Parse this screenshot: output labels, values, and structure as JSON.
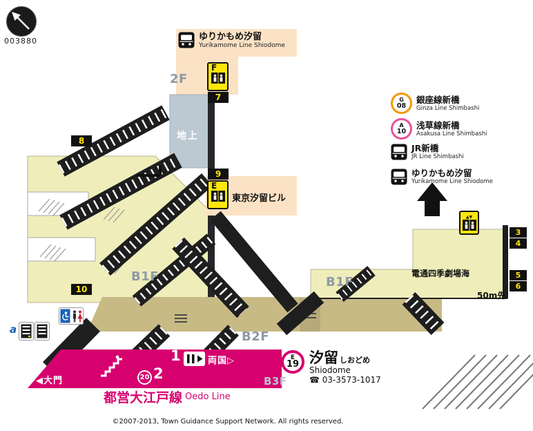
{
  "colors": {
    "oedo_magenta": "#d6006f",
    "ginza_orange": "#f39700",
    "asakusa_rose": "#e85298",
    "exit_badge_yellow": "#ffe60a",
    "floor_yellow": "#efeebb",
    "corridor_tan": "#c7ba85",
    "ground_gray": "#bcc8d2",
    "peach": "#fbe2c5"
  },
  "icons": {
    "compass-icon": "needle-in-dark-circle",
    "train-icon": "black-square-train-front",
    "elevator-icon": "yellow-elevator-box",
    "up-arrow-icon": "solid-up-arrow",
    "stairs-icon": "white-steps",
    "toilet-icon": "restroom-figures-with-wheelchair",
    "locker-icon": "coin-locker",
    "gate-icon": "ticket-gate",
    "phone-icon": "☎",
    "left-arrow-icon": "◀",
    "right-arrow-icon": "▷"
  },
  "map_number": "003880",
  "yurikamome_header": {
    "title": "ゆりかもめ汐留",
    "subtitle": "Yurikamome Line Shiodome"
  },
  "floor_labels": {
    "f2": "2F",
    "ground": "地上",
    "b1f_left": "B1F",
    "b1f_right": "B1F",
    "b2f": "B2F",
    "b3f": "B3F"
  },
  "exit_badges": {
    "n3": "3",
    "n4": "4",
    "n5": "5",
    "n6": "6",
    "n7": "7",
    "n8": "8",
    "n9": "9",
    "n10": "10"
  },
  "elevator_f_label": "F",
  "elevator_e_label": "E",
  "building_label": "東京汐留ビル",
  "transfers": [
    {
      "line_letter": "G",
      "station_number": "08",
      "title": "銀座線新橋",
      "subtitle": "Ginza Line Shimbashi"
    },
    {
      "line_letter": "A",
      "station_number": "10",
      "title": "浅草線新橋",
      "subtitle": "Asakusa Line Shimbashi"
    },
    {
      "title": "JR新橋",
      "subtitle": "JR Line Shimbashi"
    },
    {
      "title": "ゆりかもめ汐留",
      "subtitle": "Yurikamome Line Shiodome"
    }
  ],
  "landmarks": {
    "dentsu_theater": "電通四季劇場海",
    "distance_note": "50m先"
  },
  "area_label": "a",
  "platform": {
    "direction_left": "◀大門",
    "direction_right": "両国▷",
    "platform_1": "1",
    "platform_2": "2",
    "car_position": "20",
    "line_name": "都営大江戸線",
    "line_name_en": "Oedo Line"
  },
  "station": {
    "line_letter": "E",
    "station_number": "19",
    "name": "汐留",
    "name_kana": "しおどめ",
    "name_en": "Shiodome",
    "phone": "☎ 03-3573-1017"
  },
  "footer": {
    "copyright": "©2007-2013, Town Guidance Support Network. All rights reserved."
  }
}
